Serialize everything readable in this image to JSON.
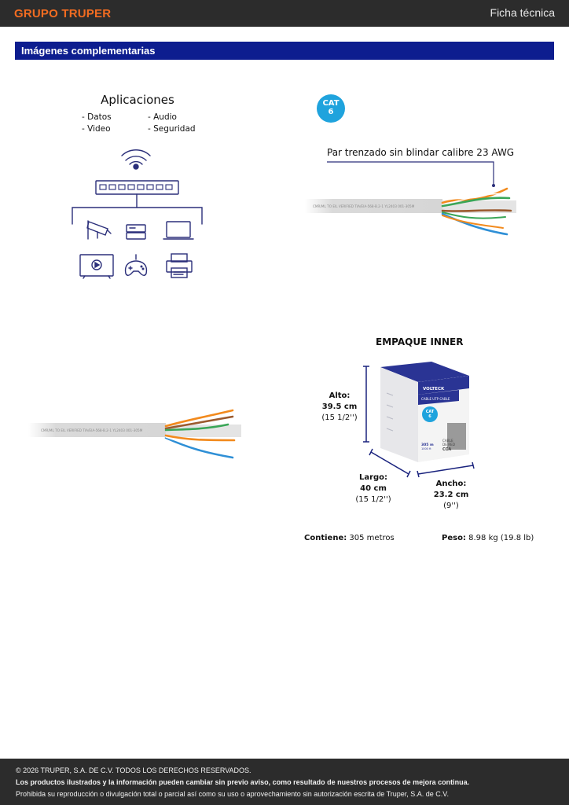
{
  "header": {
    "brand": "GRUPO TRUPER",
    "doc_type": "Ficha técnica"
  },
  "section": {
    "title": "Imágenes complementarias"
  },
  "applications": {
    "title": "Aplicaciones",
    "items": [
      "- Datos",
      "- Audio",
      "- Video",
      "- Seguridad"
    ],
    "icons": [
      "wifi-icon",
      "network-switch-icon",
      "security-camera-icon",
      "dvr-recorder-icon",
      "laptop-icon",
      "tv-icon",
      "gamepad-icon",
      "printer-icon"
    ]
  },
  "cable": {
    "badge_line1": "CAT",
    "badge_line2": "6",
    "label": "Par trenzado sin blindar calibre 23 AWG",
    "print_text": "CMR/ML TO EIL VERIFIED TIA/EIA-568-B.2-1 YL2403 001-305M",
    "colors": {
      "jacket": "#d9d9d9",
      "orange": "#f28a1d",
      "green": "#3aa657",
      "blue": "#2e8fd6",
      "brown": "#9b5a2e"
    }
  },
  "package": {
    "title": "EMPAQUE INNER",
    "box_brand": "VOLTECK",
    "box_product": "CABLE UTP CABLE",
    "box_cat_line1": "CAT",
    "box_cat_line2": "6",
    "box_length": "305 m",
    "box_length_ft": "1000 ft",
    "box_side_1": "CABLE",
    "box_side_2": "DE RED",
    "box_side_3": "CCA",
    "alto_label": "Alto:",
    "alto_value": "39.5 cm",
    "alto_imperial": "(15 1/2'')",
    "largo_label": "Largo:",
    "largo_value": "40 cm",
    "largo_imperial": "(15 1/2'')",
    "ancho_label": "Ancho:",
    "ancho_value": "23.2 cm",
    "ancho_imperial": "(9'')",
    "contiene_label": "Contiene:",
    "contiene_value": "305 metros",
    "peso_label": "Peso:",
    "peso_value": "8.98 kg (19.8 lb)",
    "colors": {
      "box_blue": "#2a3494",
      "box_white": "#f2f2f2",
      "box_side": "#dcdde3",
      "dimension_line": "#1a237e"
    }
  },
  "footer": {
    "line1": "© 2026 TRUPER, S.A. DE C.V. TODOS LOS DERECHOS RESERVADOS.",
    "line2": "Los productos ilustrados y la información pueden cambiar sin previo aviso, como resultado de nuestros procesos de mejora continua.",
    "line3": "Prohibida su reproducción o divulgación total o parcial así como su uso o aprovechamiento sin autorización escrita de Truper, S.A. de C.V."
  },
  "theme": {
    "brand_orange": "#f26c21",
    "header_bg": "#2c2c2c",
    "section_blue": "#0d1d8f",
    "icon_navy": "#2b2f7a",
    "badge_cyan": "#1fa3dd"
  }
}
